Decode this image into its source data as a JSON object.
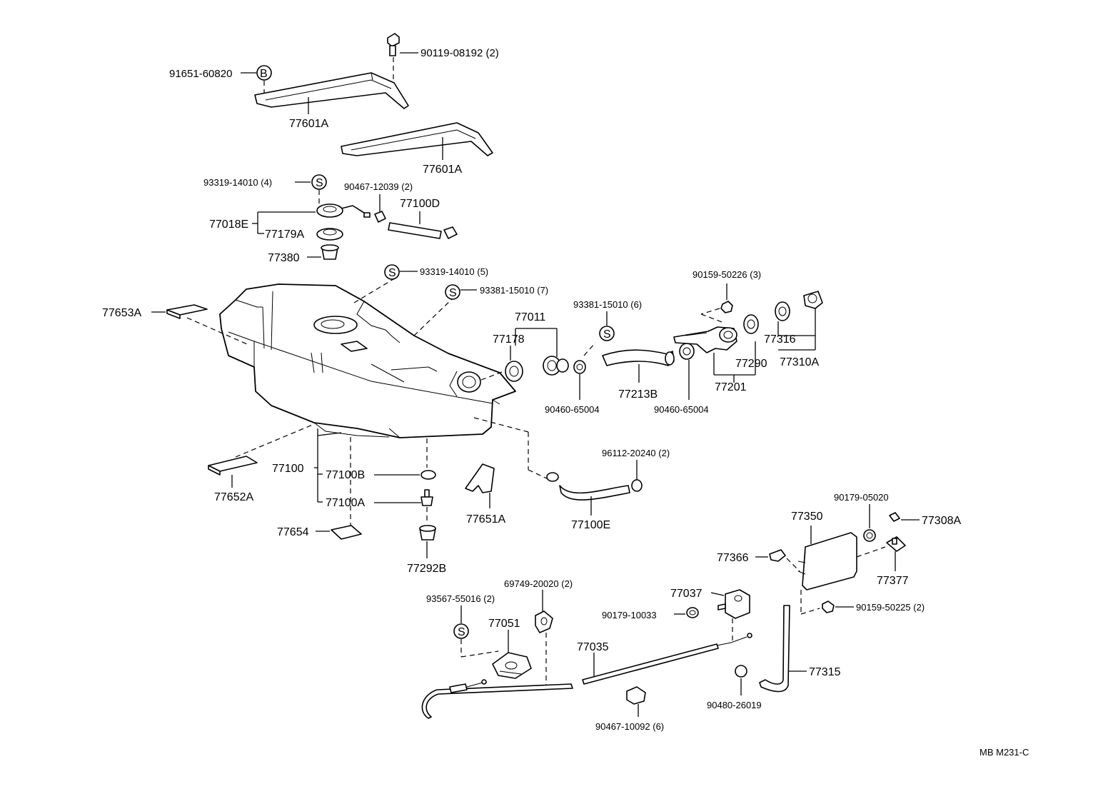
{
  "parts": {
    "p_91651_60820": "91651-60820",
    "p_90119_08192": "90119-08192 (2)",
    "p_77601A_a": "77601A",
    "p_77601A_b": "77601A",
    "p_93319_14010_4": "93319-14010 (4)",
    "p_90467_12039": "90467-12039 (2)",
    "p_77100D": "77100D",
    "p_77018E": "77018E",
    "p_77179A": "77179A",
    "p_77380": "77380",
    "p_93319_14010_5": "93319-14010 (5)",
    "p_93381_15010_7": "93381-15010 (7)",
    "p_77653A": "77653A",
    "p_90159_50226": "90159-50226 (3)",
    "p_93381_15010_6": "93381-15010 (6)",
    "p_77011": "77011",
    "p_77178": "77178",
    "p_77316": "77316",
    "p_77290": "77290",
    "p_77310A": "77310A",
    "p_77213B": "77213B",
    "p_77201": "77201",
    "p_90460_65004_a": "90460-65004",
    "p_90460_65004_b": "90460-65004",
    "p_96112_20240": "96112-20240 (2)",
    "p_77100": "77100",
    "p_77100B": "77100B",
    "p_77100A": "77100A",
    "p_77652A": "77652A",
    "p_77651A": "77651A",
    "p_77100E": "77100E",
    "p_77654": "77654",
    "p_77292B": "77292B",
    "p_90179_05020": "90179-05020",
    "p_77350": "77350",
    "p_77308A": "77308A",
    "p_77366": "77366",
    "p_77377": "77377",
    "p_69749_20020": "69749-20020 (2)",
    "p_77037": "77037",
    "p_93567_55016": "93567-55016 (2)",
    "p_77051": "77051",
    "p_90179_10033": "90179-10033",
    "p_90159_50225": "90159-50225 (2)",
    "p_77035": "77035",
    "p_77315": "77315",
    "p_90480_26019": "90480-26019",
    "p_90467_10092": "90467-10092 (6)"
  },
  "symbols": {
    "b": "B",
    "s": "S"
  },
  "footer": {
    "ref_code": "MB  M231-C"
  }
}
